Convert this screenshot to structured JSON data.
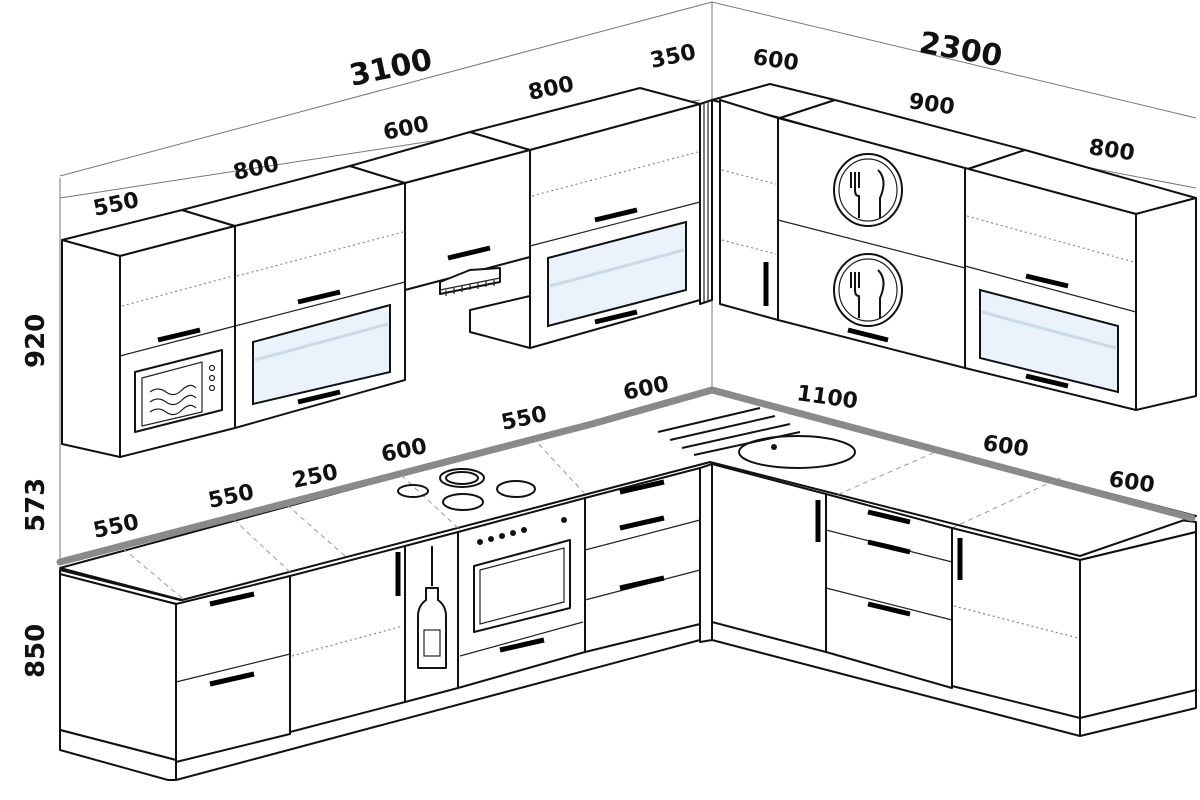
{
  "upper": {
    "total_left": "3100",
    "total_right": "2300",
    "left_widths": [
      "550",
      "800",
      "600",
      "800",
      "350"
    ],
    "right_widths": [
      "600",
      "900",
      "800"
    ],
    "height": "920"
  },
  "lower": {
    "backsplash_height": "573",
    "base_height": "850",
    "left_widths": [
      "550",
      "550",
      "250",
      "600",
      "550",
      "600"
    ],
    "right_widths": [
      "1100",
      "600",
      "600"
    ]
  },
  "icons": [
    "microwave-icon",
    "range-hood-icon",
    "cooktop-icon",
    "oven-icon",
    "bottle-icon",
    "sink-icon",
    "cutlery-icon"
  ]
}
